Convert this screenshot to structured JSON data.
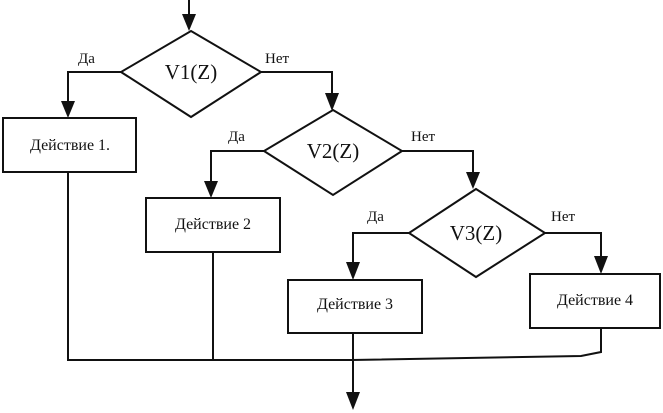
{
  "decisions": [
    {
      "label": "V1(Z)"
    },
    {
      "label": "V2(Z)"
    },
    {
      "label": "V3(Z)"
    }
  ],
  "actions": [
    {
      "label": "Действие 1."
    },
    {
      "label": "Действие 2"
    },
    {
      "label": "Действие 3"
    },
    {
      "label": "Действие 4"
    }
  ],
  "branches": {
    "yes": "Да",
    "no": "Нет"
  }
}
